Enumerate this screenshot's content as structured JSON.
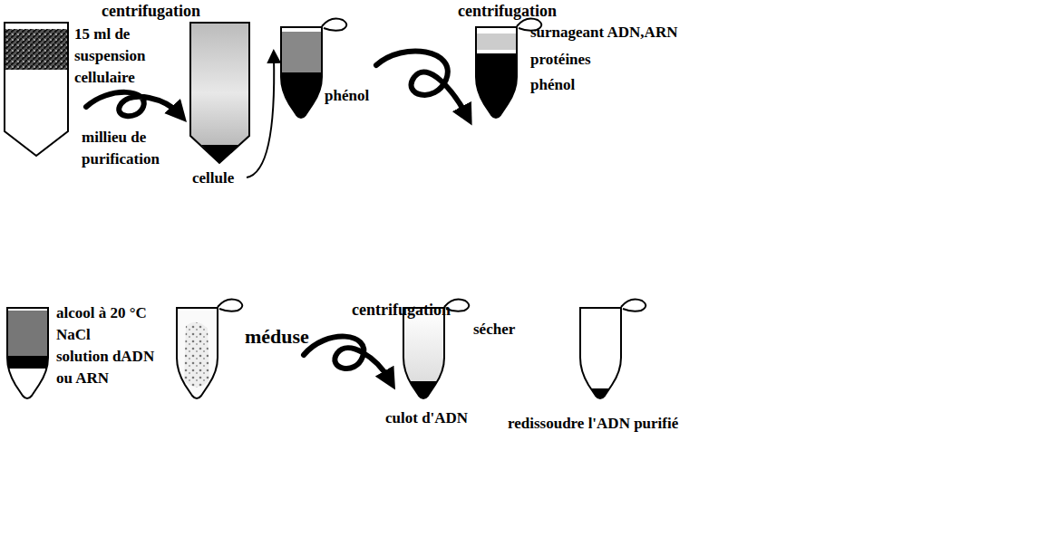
{
  "diagram": {
    "labels": [
      "centrifugation",
      "centrifugation",
      "15 ml de suspension cellulaire",
      "millieu de purification",
      "cellule",
      "phénol",
      "surnageant ADN,ARN",
      "protéines",
      "phénol",
      "alcool à 20 °C",
      "NaCl",
      "solution dADN ou ARN",
      "méduse",
      "centrifugation",
      "sécher",
      "culot d'ADN",
      "redissoudre l'ADN purifié"
    ]
  }
}
